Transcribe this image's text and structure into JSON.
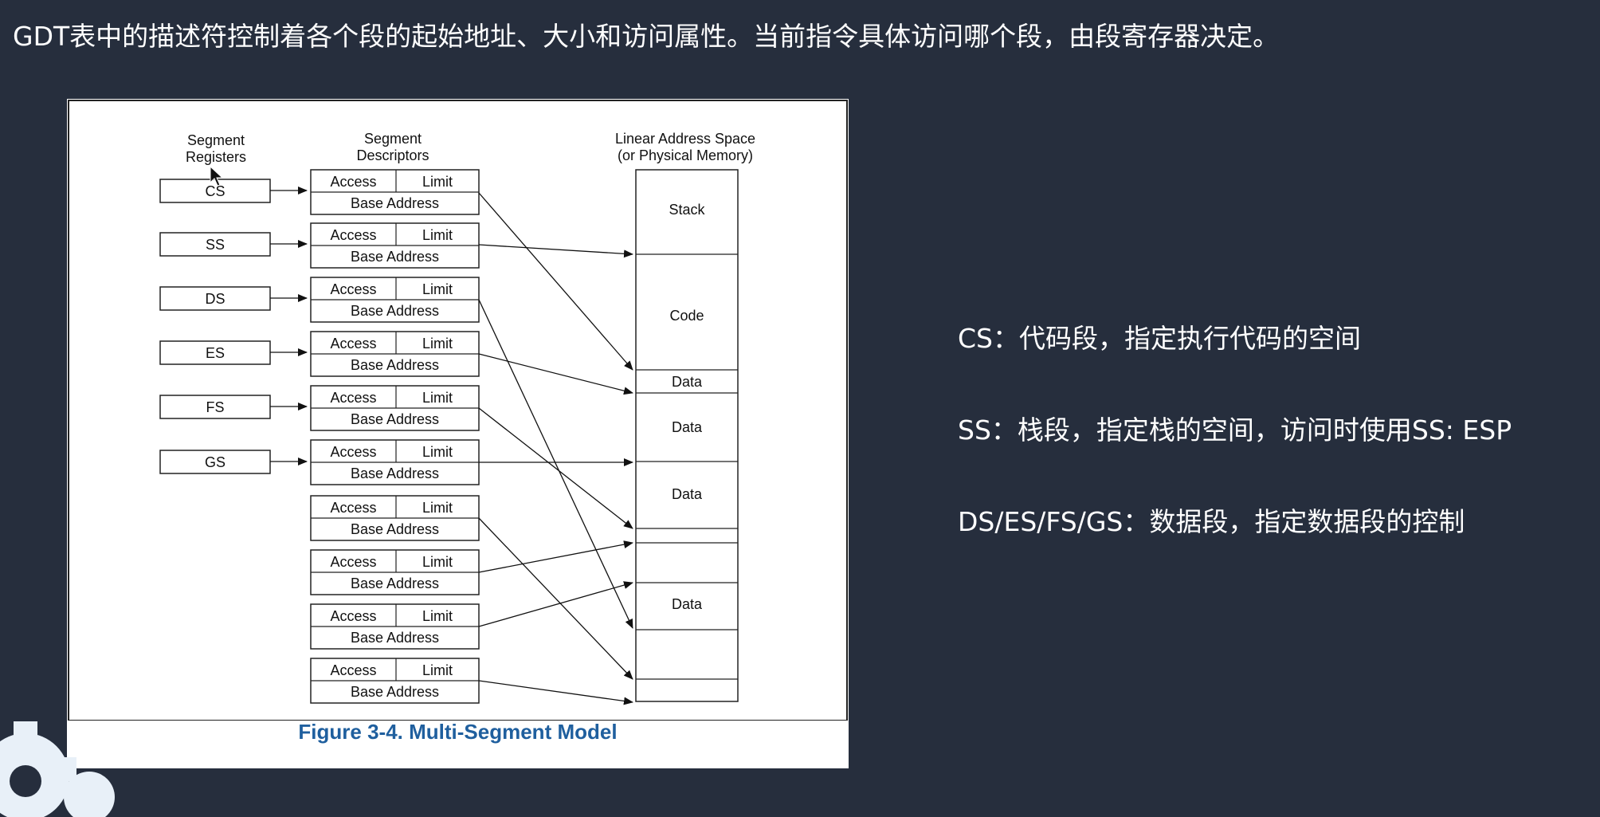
{
  "header": {
    "text": "GDT表中的描述符控制着各个段的起始地址、大小和访问属性。当前指令具体访问哪个段，由段寄存器决定。"
  },
  "figure": {
    "reg_title_1": "Segment",
    "reg_title_2": "Registers",
    "desc_title_1": "Segment",
    "desc_title_2": "Descriptors",
    "lin_title_1": "Linear Address Space",
    "lin_title_2": "(or Physical Memory)",
    "registers": [
      "CS",
      "SS",
      "DS",
      "ES",
      "FS",
      "GS"
    ],
    "descriptor_access_label": "Access",
    "descriptor_limit_label": "Limit",
    "descriptor_base_label": "Base Address",
    "descriptor_count": 10,
    "memory_regions": [
      "Stack",
      "Code",
      "Data",
      "Data",
      "Data",
      "Data"
    ],
    "caption": "Figure 3-4.  Multi-Segment Model"
  },
  "notes": [
    "CS：代码段，指定执行代码的空间",
    "SS：栈段，指定栈的空间，访问时使用SS: ESP",
    "DS/ES/FS/GS：数据段，指定数据段的控制"
  ],
  "colors": {
    "background": "#262e3d",
    "caption": "#1f5f9e",
    "gear": "#e8f0f8"
  }
}
